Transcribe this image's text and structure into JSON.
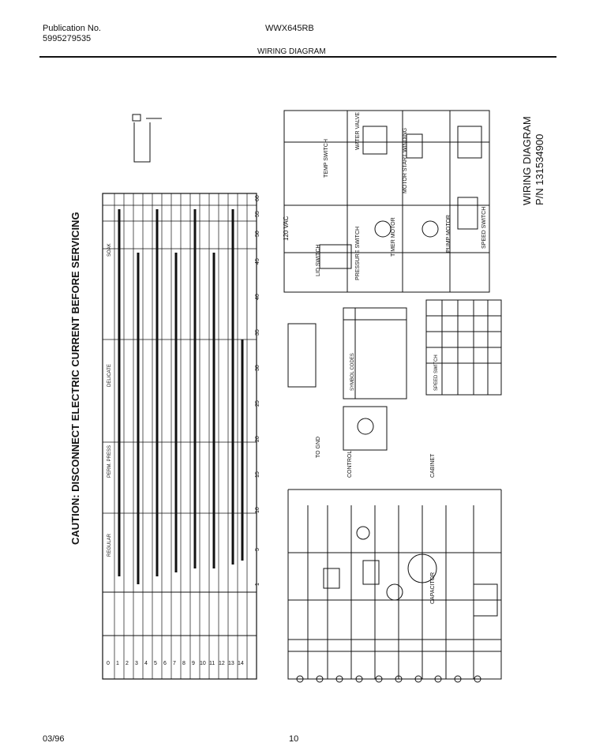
{
  "header": {
    "publication_label": "Publication No.",
    "publication_number": "5995279535",
    "model": "WWX645RB",
    "title": "WIRING DIAGRAM"
  },
  "footer": {
    "date": "03/96",
    "page": "10"
  },
  "diagram": {
    "caution": "CAUTION: DISCONNECT ELECTRIC CURRENT BEFORE SERVICING",
    "wiring_title": "WIRING DIAGRAM",
    "part_number": "P/N 131534900",
    "voltage": "120 VAC",
    "labels": {
      "water_valve": "WATER VALVE",
      "temp_switch": "TEMP SWITCH",
      "timer_motor": "TIMER MOTOR",
      "pump_motor": "PUMP MOTOR",
      "motor_start_winding": "MOTOR START WINDING",
      "speed_switch": "SPEED SWITCH",
      "lid_switch": "LID SWITCH",
      "pressure_switch": "PRESSURE SWITCH",
      "capacitor": "CAPACITOR",
      "control": "CONTROL",
      "cabinet": "CABINET",
      "ground": "TO GND"
    },
    "timer_chart_columns": [
      "REGULAR",
      "PERM. PRESS",
      "DELICATE",
      "SOAK"
    ],
    "timer_chart_rows": [
      "0",
      "1",
      "2",
      "3",
      "4",
      "5",
      "6",
      "7",
      "8",
      "9",
      "10",
      "11",
      "12",
      "13",
      "14"
    ],
    "timer_chart_increments": [
      "1",
      "5",
      "10",
      "15",
      "20",
      "25",
      "30",
      "35",
      "40",
      "45",
      "50",
      "55",
      "60"
    ],
    "speed_table_title": "SPEED SWITCH",
    "symbol_legend_title": "SYMBOL CODES"
  }
}
